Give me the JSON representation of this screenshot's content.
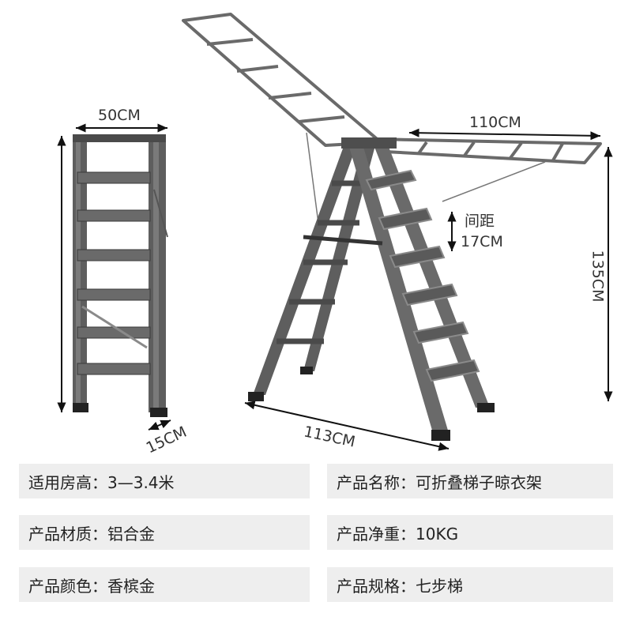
{
  "dimensions": {
    "folded_width": "50CM",
    "folded_depth": "15CM",
    "rack_width": "110CM",
    "spacing_label": "间距",
    "spacing_value": "17CM",
    "height": "135CM",
    "base_width": "113CM"
  },
  "specs": [
    {
      "text": "适用房高：3—3.4米"
    },
    {
      "text": "产品名称：可折叠梯子晾衣架"
    },
    {
      "text": "产品材质：铝合金"
    },
    {
      "text": "产品净重：10KG"
    },
    {
      "text": "产品颜色：香槟金"
    },
    {
      "text": "产品规格：七步梯"
    }
  ],
  "colors": {
    "frame": "#5e5e5e",
    "frame_dark": "#3a3a3a",
    "step_edge": "#8a8a8a",
    "spec_bg": "#eeeeee",
    "text": "#222222"
  }
}
